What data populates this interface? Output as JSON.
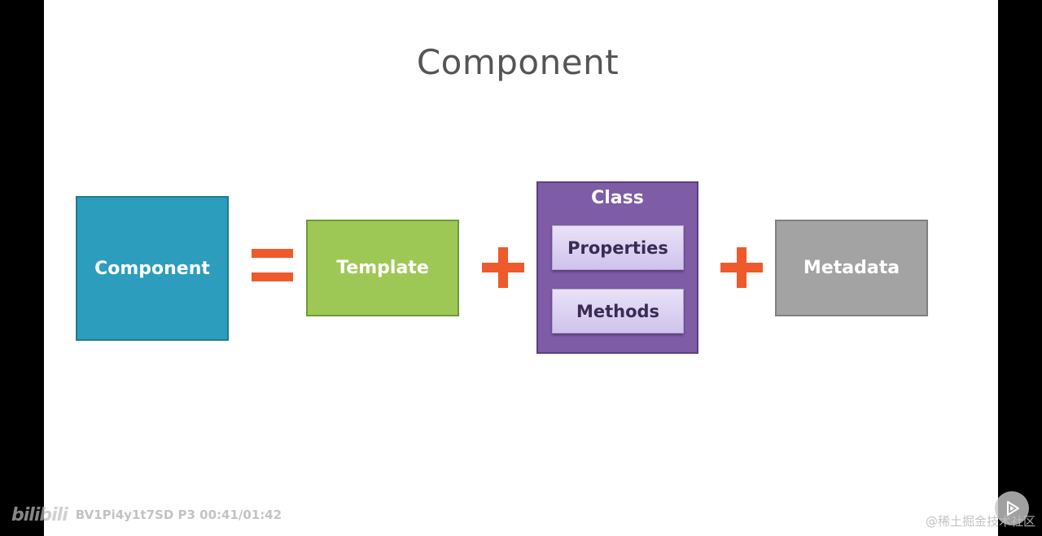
{
  "slide": {
    "title": "Component"
  },
  "diagram": {
    "component_label": "Component",
    "equals_symbol": "equals-icon",
    "template_label": "Template",
    "plus_symbol": "plus-icon",
    "class": {
      "label": "Class",
      "members": [
        "Properties",
        "Methods"
      ]
    },
    "metadata_label": "Metadata"
  },
  "colors": {
    "component": "#2c9dbd",
    "template": "#9ec855",
    "class": "#7e5ca6",
    "class_member": "#dcd3f2",
    "metadata": "#a3a3a3",
    "operator": "#ee5a2c",
    "title": "#555555"
  },
  "overlay": {
    "logo_text": "bilibili",
    "video_code": "BV1Pi4y1t7SD P3 00:41/01:42",
    "play_icon": "play-icon",
    "attribution": "@稀土掘金技术社区"
  }
}
